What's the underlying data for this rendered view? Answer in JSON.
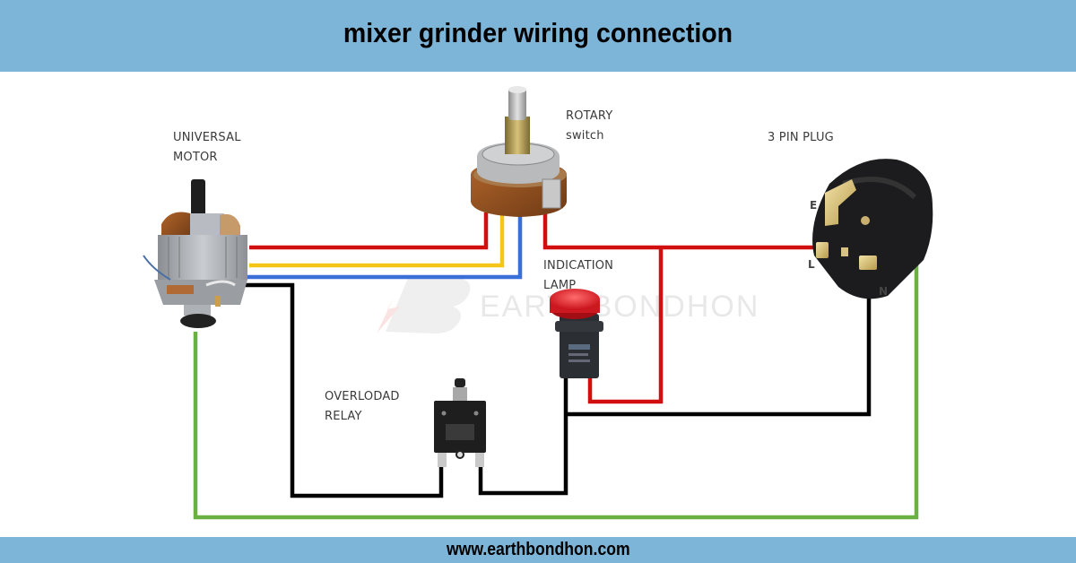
{
  "header": {
    "title": "mixer grinder wiring connection",
    "background_color": "#7db5d8"
  },
  "footer": {
    "website": "www.earthbondhon.com",
    "background_color": "#7db5d8"
  },
  "components": {
    "motor": {
      "line1": "UNIVERSAL",
      "line2": "MOTOR"
    },
    "rotary_switch": {
      "line1": "ROTARY",
      "line2": "switch"
    },
    "plug": {
      "label": "3 PIN PLUG",
      "pins": {
        "earth": "E",
        "live": "L",
        "neutral": "N"
      }
    },
    "lamp": {
      "line1": "INDICATION",
      "line2": "LAMP"
    },
    "relay": {
      "line1": "OVERLODAD",
      "line2": "RELAY"
    }
  },
  "watermark": {
    "text": "EARTHBONDHON"
  },
  "wire_colors": {
    "live_red": "#d10f0f",
    "speed_yellow": "#f5c518",
    "speed_blue": "#3a6fd8",
    "neutral_black": "#000000",
    "earth_green": "#6ab043"
  }
}
